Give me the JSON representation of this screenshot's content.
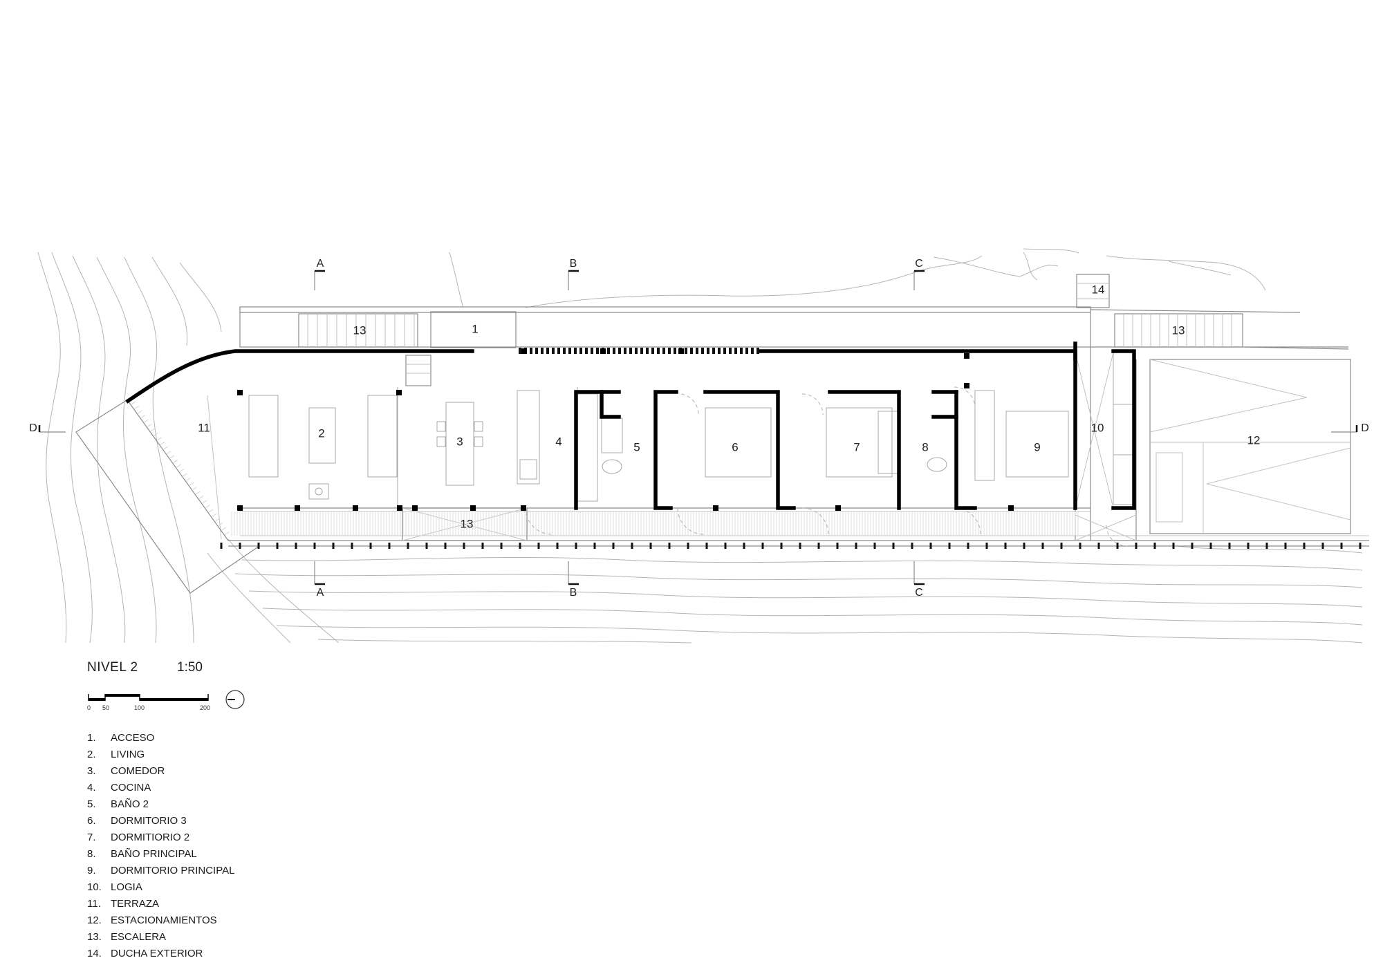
{
  "plan": {
    "title": "NIVEL  2",
    "scale": "1:50",
    "scale_bar": {
      "ticks": [
        "0",
        "50",
        "100",
        "200"
      ]
    },
    "section_markers": {
      "A": "A",
      "B": "B",
      "C": "C",
      "D": "D"
    },
    "room_numbers": {
      "r1": "1",
      "r2": "2",
      "r3": "3",
      "r4": "4",
      "r5": "5",
      "r6": "6",
      "r7": "7",
      "r8": "8",
      "r9": "9",
      "r10": "10",
      "r11": "11",
      "r12": "12",
      "r13a": "13",
      "r13b": "13",
      "r13c": "13",
      "r14": "14"
    }
  },
  "legend": [
    {
      "num": "1.",
      "label": "ACCESO"
    },
    {
      "num": "2.",
      "label": "LIVING"
    },
    {
      "num": "3.",
      "label": "COMEDOR"
    },
    {
      "num": "4.",
      "label": "COCINA"
    },
    {
      "num": "5.",
      "label": "BAÑO 2"
    },
    {
      "num": "6.",
      "label": "DORMITORIO 3"
    },
    {
      "num": "7.",
      "label": "DORMITIORIO 2"
    },
    {
      "num": "8.",
      "label": "BAÑO PRINCIPAL"
    },
    {
      "num": "9.",
      "label": "DORMITORIO PRINCIPAL"
    },
    {
      "num": "10.",
      "label": "LOGIA"
    },
    {
      "num": "11.",
      "label": "TERRAZA"
    },
    {
      "num": "12.",
      "label": "ESTACIONAMIENTOS"
    },
    {
      "num": "13.",
      "label": "ESCALERA"
    },
    {
      "num": "14.",
      "label": "DUCHA EXTERIOR"
    }
  ]
}
